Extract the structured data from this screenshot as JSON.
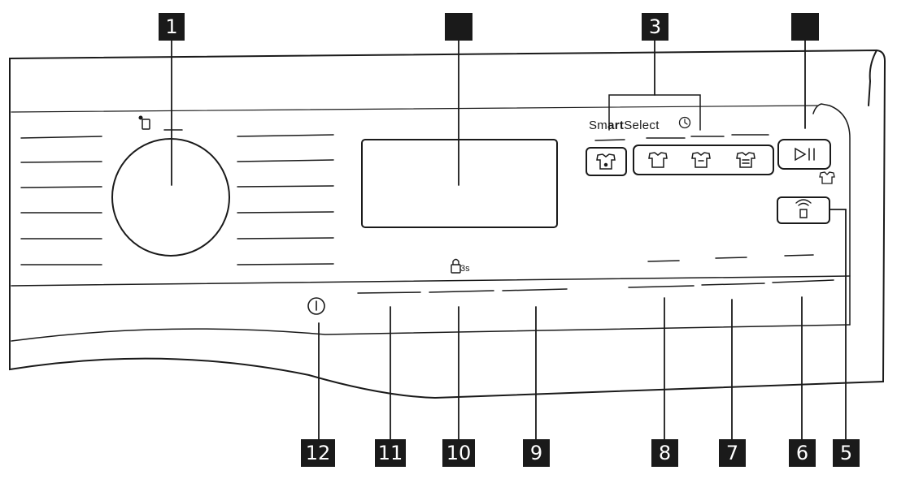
{
  "callouts": {
    "c1": "1",
    "c2": "",
    "c3": "3",
    "c4": "",
    "c5": "5",
    "c6": "6",
    "c7": "7",
    "c8": "8",
    "c9": "9",
    "c10": "10",
    "c11": "11",
    "c12": "12"
  },
  "panel": {
    "brand_prefix": "Sm",
    "brand_bold": "art",
    "brand_suffix": "Select",
    "lock_hold_label": "3s"
  },
  "icons": {
    "door": "door-icon",
    "brand_clock": "clock-icon",
    "lock": "lock-icon",
    "power": "power-icon",
    "play_pause": "play-pause-icon",
    "stain": "stain-icon",
    "shirt": "shirt-icon",
    "remote": "remote-icon"
  },
  "colors": {
    "ink": "#1a1a1a",
    "background": "#ffffff"
  }
}
